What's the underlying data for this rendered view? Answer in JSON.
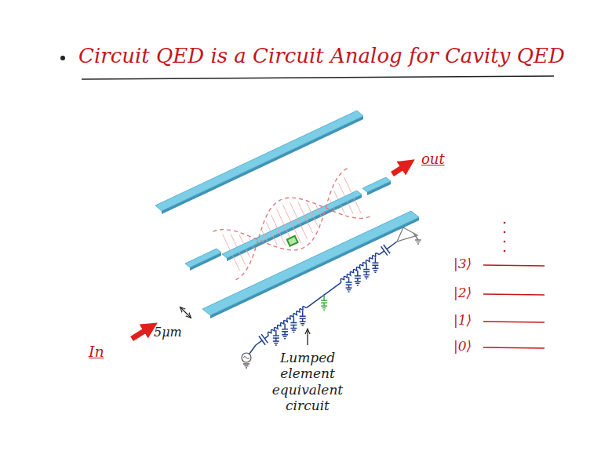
{
  "diagram": {
    "title": "Circuit QED is a Circuit Analog for Cavity QED",
    "labels": [
      "out",
      "In",
      "5μm",
      "Lumped element equivalent circuit",
      "|3⟩",
      "|2⟩",
      "|1⟩",
      "|0⟩"
    ]
  }
}
